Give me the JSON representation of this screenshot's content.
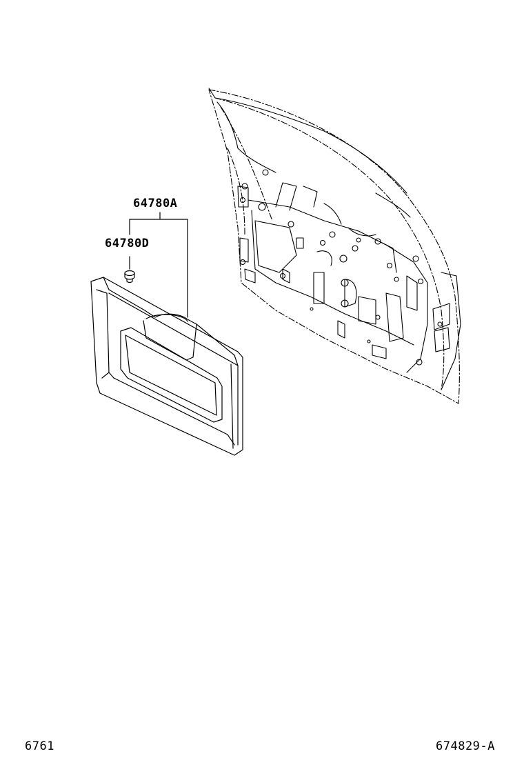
{
  "callouts": {
    "part_a": "64780A",
    "part_d": "64780D"
  },
  "footer": {
    "left_code": "6761",
    "right_code": "674829-A"
  },
  "colors": {
    "line": "#000000",
    "background": "#ffffff"
  }
}
